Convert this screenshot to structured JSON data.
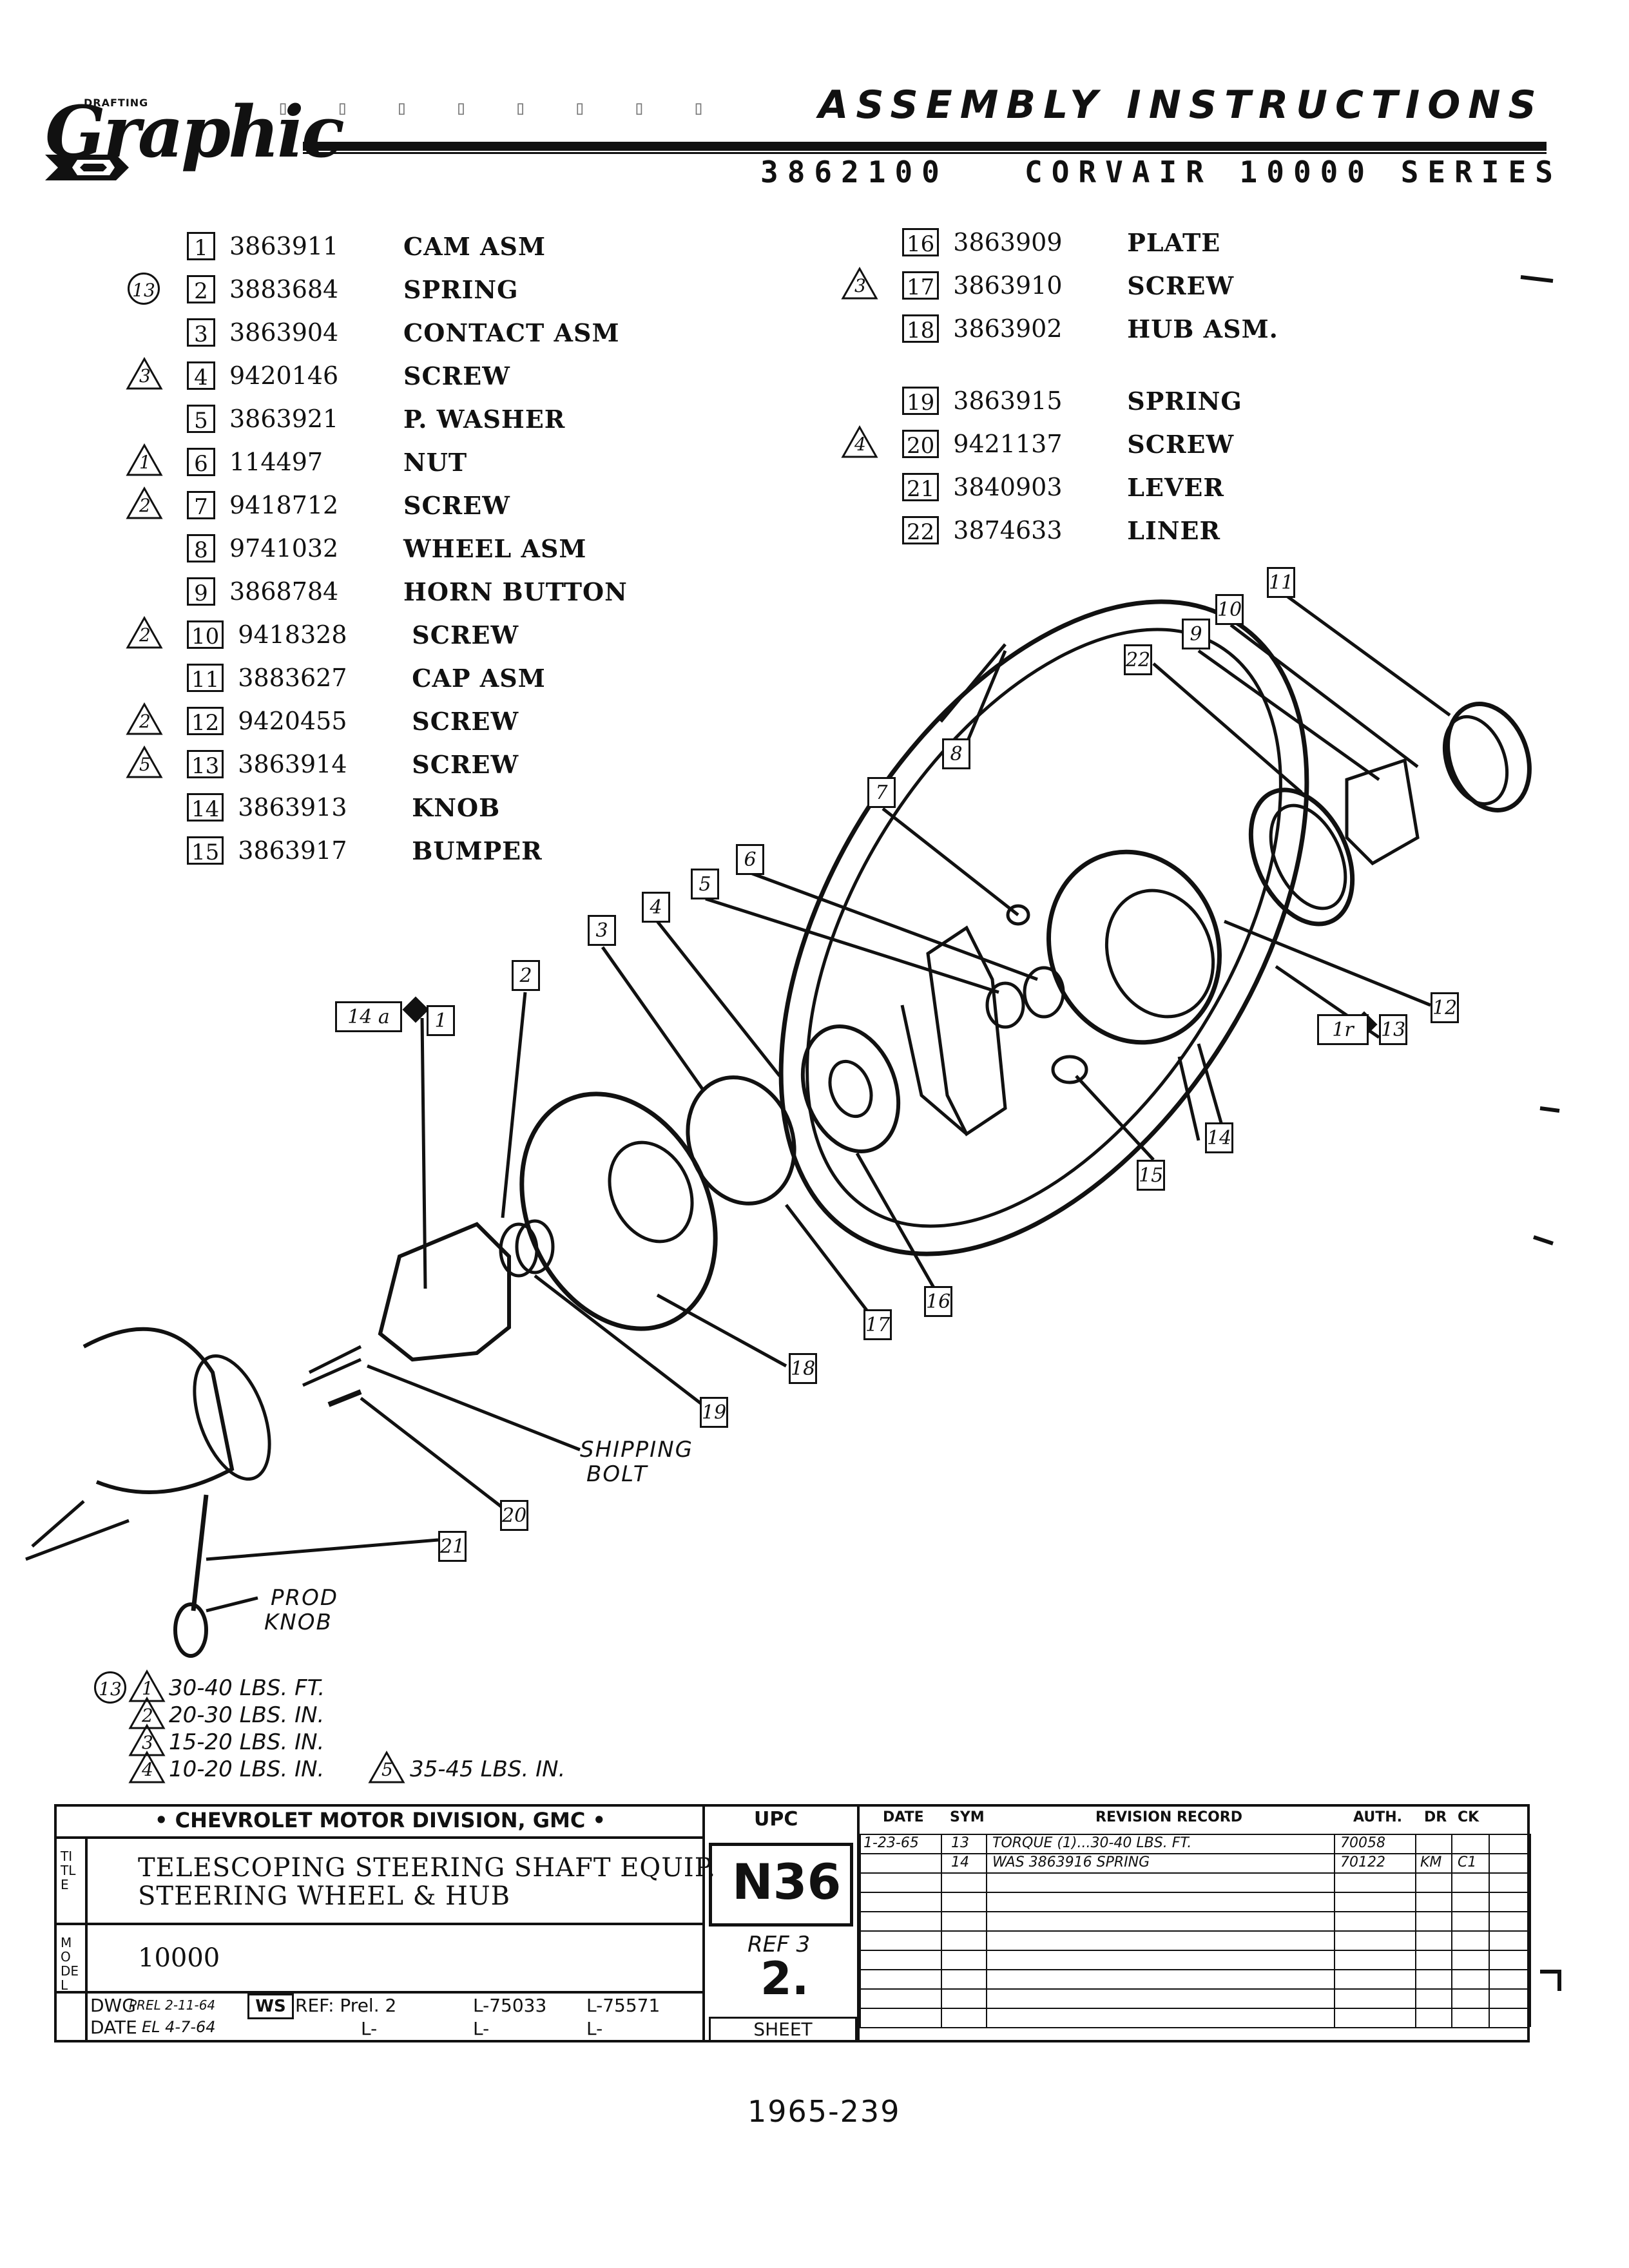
{
  "logo": {
    "drafting": "DRAFTING",
    "script": "Graphic"
  },
  "header": {
    "title": "ASSEMBLY INSTRUCTIONS",
    "part_number": "3862100",
    "series": "CORVAIR 10000 SERIES"
  },
  "parts_left": [
    {
      "num": "1",
      "part": "3863911",
      "name": "CAM ASM",
      "mark": ""
    },
    {
      "num": "2",
      "part": "3883684",
      "name": "SPRING",
      "mark": "13"
    },
    {
      "num": "3",
      "part": "3863904",
      "name": "CONTACT ASM",
      "mark": ""
    },
    {
      "num": "4",
      "part": "9420146",
      "name": "SCREW",
      "mark": "3"
    },
    {
      "num": "5",
      "part": "3863921",
      "name": "P. WASHER",
      "mark": ""
    },
    {
      "num": "6",
      "part": "114497",
      "name": "NUT",
      "mark": "1"
    },
    {
      "num": "7",
      "part": "9418712",
      "name": "SCREW",
      "mark": "2"
    },
    {
      "num": "8",
      "part": "9741032",
      "name": "WHEEL ASM",
      "mark": ""
    },
    {
      "num": "9",
      "part": "3868784",
      "name": "HORN BUTTON",
      "mark": ""
    },
    {
      "num": "10",
      "part": "9418328",
      "name": "SCREW",
      "mark": "2"
    },
    {
      "num": "11",
      "part": "3883627",
      "name": "CAP ASM",
      "mark": ""
    },
    {
      "num": "12",
      "part": "9420455",
      "name": "SCREW",
      "mark": "2"
    },
    {
      "num": "13",
      "part": "3863914",
      "name": "SCREW",
      "mark": "5"
    },
    {
      "num": "14",
      "part": "3863913",
      "name": "KNOB",
      "mark": ""
    },
    {
      "num": "15",
      "part": "3863917",
      "name": "BUMPER",
      "mark": ""
    }
  ],
  "parts_right": [
    {
      "num": "16",
      "part": "3863909",
      "name": "PLATE",
      "mark": ""
    },
    {
      "num": "17",
      "part": "3863910",
      "name": "SCREW",
      "mark": "3"
    },
    {
      "num": "18",
      "part": "3863902",
      "name": "HUB ASM.",
      "mark": ""
    },
    {
      "num": "19",
      "part": "3863915",
      "name": "SPRING",
      "mark": ""
    },
    {
      "num": "20",
      "part": "9421137",
      "name": "SCREW",
      "mark": "4"
    },
    {
      "num": "21",
      "part": "3840903",
      "name": "LEVER",
      "mark": ""
    },
    {
      "num": "22",
      "part": "3874633",
      "name": "LINER",
      "mark": ""
    }
  ],
  "callouts": {
    "c1": "1",
    "c2": "2",
    "c3": "3",
    "c4": "4",
    "c5": "5",
    "c6": "6",
    "c7": "7",
    "c8": "8",
    "c9": "9",
    "c10": "10",
    "c11": "11",
    "c12": "12",
    "c13": "13",
    "c14": "14",
    "c15": "15",
    "c16": "16",
    "c17": "17",
    "c18": "18",
    "c19": "19",
    "c20": "20",
    "c21": "21",
    "c22": "22",
    "ref14a": "14 a",
    "ref1r": "1r"
  },
  "diagram_labels": {
    "shipping_bolt_1": "SHIPPING",
    "shipping_bolt_2": "BOLT",
    "prod_knob_1": "PROD",
    "prod_knob_2": "KNOB"
  },
  "torque": {
    "circle": "13",
    "t1_mark": "1",
    "t1": "30-40 LBS. FT.",
    "t2_mark": "2",
    "t2": "20-30 LBS. IN.",
    "t3_mark": "3",
    "t3": "15-20 LBS. IN.",
    "t4_mark": "4",
    "t4": "10-20 LBS. IN.",
    "t5_mark": "5",
    "t5": "35-45 LBS. IN."
  },
  "title_block": {
    "division": "• CHEVROLET MOTOR DIVISION, GMC •",
    "title_label": "TITLE",
    "title_line1": "TELESCOPING STEERING SHAFT EQUIP.",
    "title_line2": "STEERING WHEEL & HUB",
    "model_label": "MODEL",
    "model": "10000",
    "dwg_label": "DWG",
    "dwg_value": "PREL 2-11-64",
    "date_label": "DATE",
    "date_value": "EL 4-7-64",
    "ws": "WS",
    "ref_label": "REF: Prel. 2",
    "ref1": "L-75033",
    "ref2": "L-75571",
    "l1": "L-",
    "l2": "L-",
    "l3": "L-",
    "upc_label": "UPC",
    "upc": "N36",
    "ref3": "REF 3",
    "sheet_num": "2.",
    "sheet_label": "SHEET",
    "date_col": "DATE",
    "sym_col": "SYM",
    "revision_col": "REVISION RECORD",
    "auth_col": "AUTH.",
    "dr_col": "DR",
    "ck_col": "CK",
    "rev_rows": [
      {
        "date": "1-23-65",
        "sym": "13",
        "text": "TORQUE (1)...30-40 LBS. FT.",
        "auth": "70058",
        "dr": "",
        "ck": ""
      },
      {
        "date": "",
        "sym": "14",
        "text": "WAS 3863916 SPRING",
        "auth": "70122",
        "dr": "KM",
        "ck": "C1"
      }
    ]
  },
  "footer": "1965-239"
}
